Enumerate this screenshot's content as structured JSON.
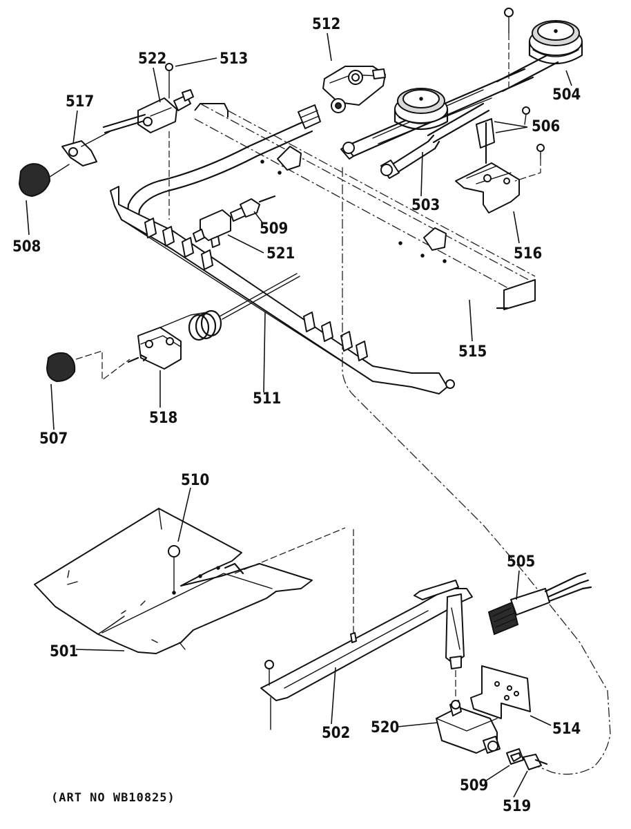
{
  "labels": {
    "p501": "501",
    "p502": "502",
    "p503": "503",
    "p504": "504",
    "p505": "505",
    "p506": "506",
    "p507": "507",
    "p508": "508",
    "p509a": "509",
    "p509b": "509",
    "p510": "510",
    "p511": "511",
    "p512": "512",
    "p513": "513",
    "p514": "514",
    "p515": "515",
    "p516": "516",
    "p517": "517",
    "p518": "518",
    "p519": "519",
    "p520": "520",
    "p521": "521",
    "p522": "522"
  },
  "caption": "(ART NO WB10825)"
}
